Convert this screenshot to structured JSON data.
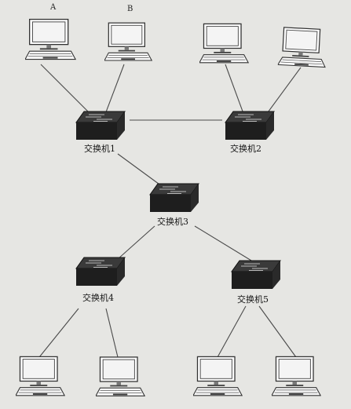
{
  "diagram": {
    "pc_labels": {
      "a": "A",
      "b": "B"
    },
    "switches": {
      "s1": "交换机1",
      "s2": "交换机2",
      "s3": "交换机3",
      "s4": "交换机4",
      "s5": "交换机5"
    },
    "line_color": "#4a4a4a",
    "switch_color": "#1e1e1e"
  }
}
